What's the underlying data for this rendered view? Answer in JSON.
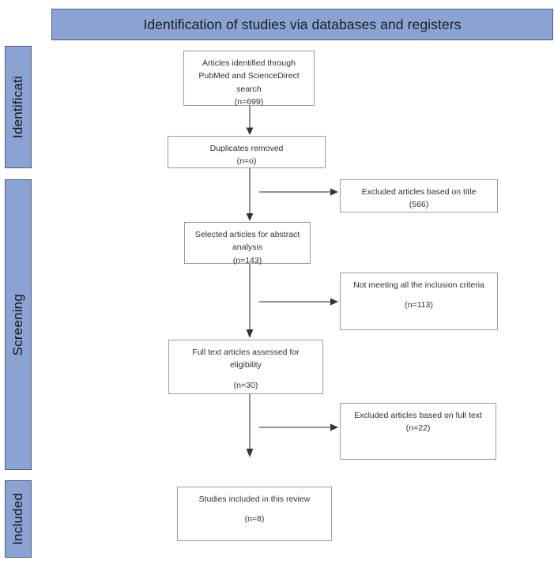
{
  "banner": {
    "title": "Identification of studies via databases and registers",
    "fill_color": "#8BA3D3"
  },
  "phases": [
    {
      "id": "identification",
      "label": "Identificati"
    },
    {
      "id": "screening",
      "label": "Screening"
    },
    {
      "id": "included",
      "label": "Included"
    }
  ],
  "boxes": {
    "identified": {
      "lines": [
        "Articles identified through",
        "PubMed and ScienceDirect",
        "search",
        "(n=699)"
      ]
    },
    "duplicates": {
      "lines": [
        "Duplicates removed",
        "(n=o)"
      ]
    },
    "excluded_title": {
      "lines": [
        "Excluded articles based on title",
        "(566)"
      ]
    },
    "abstract": {
      "lines": [
        "Selected articles for abstract",
        "analysis",
        "(n=143)"
      ]
    },
    "not_meeting": {
      "lines": [
        "Not meeting all the inclusion criteria",
        "(n=113)"
      ]
    },
    "fulltext": {
      "lines": [
        "Full text articles assessed for",
        "eligibility",
        "(n=30)"
      ]
    },
    "excluded_fulltext": {
      "lines": [
        "Excluded articles based on full text",
        "(n=22)"
      ]
    },
    "studies_included": {
      "lines": [
        "Studies included in this review",
        "(n=8)"
      ]
    }
  },
  "chart_data": {
    "type": "diagram",
    "diagram_type": "prisma-flow",
    "title": "Identification of studies via databases and registers",
    "phases": [
      "Identificati",
      "Screening",
      "Included"
    ],
    "nodes": [
      {
        "id": "identified",
        "phase": "Identificati",
        "label": "Articles identified through PubMed and ScienceDirect search",
        "n": 699
      },
      {
        "id": "duplicates",
        "phase": "Identificati",
        "label": "Duplicates removed",
        "n": "o"
      },
      {
        "id": "excluded_title",
        "phase": "Screening",
        "label": "Excluded articles based on title",
        "n": 566
      },
      {
        "id": "abstract",
        "phase": "Screening",
        "label": "Selected articles for abstract analysis",
        "n": 143
      },
      {
        "id": "not_meeting",
        "phase": "Screening",
        "label": "Not meeting all the inclusion criteria",
        "n": 113
      },
      {
        "id": "fulltext",
        "phase": "Screening",
        "label": "Full text articles assessed for eligibility",
        "n": 30
      },
      {
        "id": "excluded_fulltext",
        "phase": "Screening",
        "label": "Excluded articles based on full text",
        "n": 22
      },
      {
        "id": "studies_included",
        "phase": "Included",
        "label": "Studies included in this review",
        "n": 8
      }
    ],
    "edges": [
      {
        "from": "identified",
        "to": "duplicates",
        "direction": "down"
      },
      {
        "from": "duplicates",
        "to": "abstract",
        "direction": "down"
      },
      {
        "from": "duplicates",
        "to": "excluded_title",
        "direction": "right"
      },
      {
        "from": "abstract",
        "to": "fulltext",
        "direction": "down"
      },
      {
        "from": "abstract",
        "to": "not_meeting",
        "direction": "right"
      },
      {
        "from": "fulltext",
        "to": "studies_included",
        "direction": "down"
      },
      {
        "from": "fulltext",
        "to": "excluded_fulltext",
        "direction": "right"
      }
    ]
  }
}
